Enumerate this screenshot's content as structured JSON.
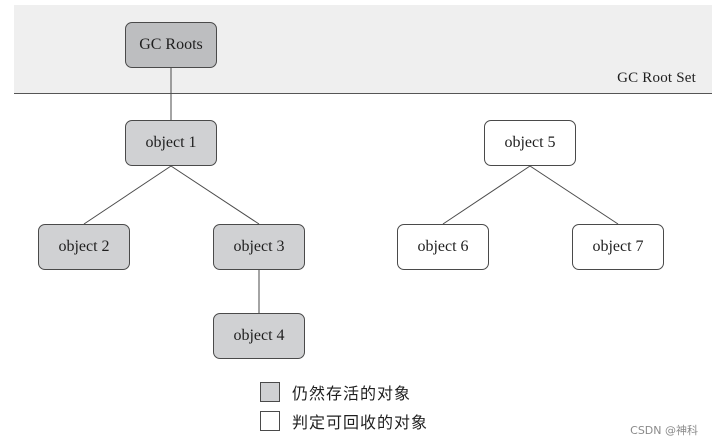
{
  "root_set": {
    "label": "GC Root Set"
  },
  "nodes": {
    "gc_roots": "GC Roots",
    "object1": "object 1",
    "object2": "object 2",
    "object3": "object 3",
    "object4": "object 4",
    "object5": "object 5",
    "object6": "object 6",
    "object7": "object 7"
  },
  "links": [
    [
      "gc_roots",
      "object1"
    ],
    [
      "object1",
      "object2"
    ],
    [
      "object1",
      "object3"
    ],
    [
      "object3",
      "object4"
    ],
    [
      "object5",
      "object6"
    ],
    [
      "object5",
      "object7"
    ]
  ],
  "reachability": {
    "alive": [
      "object1",
      "object2",
      "object3",
      "object4"
    ],
    "collectable": [
      "object5",
      "object6",
      "object7"
    ]
  },
  "legend": {
    "alive_label": "仍然存活的对象",
    "collectable_label": "判定可回收的对象"
  },
  "colors": {
    "alive_fill": "#d0d1d3",
    "root_fill": "#bdbec0",
    "collectable_fill": "#ffffff",
    "band_fill": "#efefef"
  },
  "watermark": "CSDN @神科"
}
